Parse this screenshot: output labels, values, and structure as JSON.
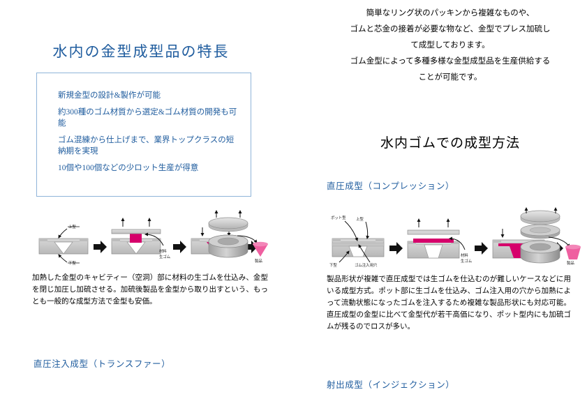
{
  "left": {
    "title": "水内の金型成型品の特長",
    "features": [
      "新規金型の設計&製作が可能",
      "約300種のゴム材質から選定&ゴム材質の開発も可能",
      "ゴム混練から仕上げまで、業界トップクラスの短納期を実現",
      "10個や100個などの少ロット生産が得意"
    ]
  },
  "intro": {
    "lines": [
      "簡単なリング状のパッキンから複雑なものや、",
      "ゴムと芯金の接着が必要な物など、金型でプレス加硫し",
      "て成型しております。",
      "ゴム金型によって多種多様な金型成型品を生産供給する",
      "ことが可能です。"
    ]
  },
  "right": {
    "title": "水内ゴムでの成型方法"
  },
  "sections": {
    "compression": {
      "heading": "直圧成型（コンプレッション）",
      "caption": "加熱した金型のキャビティー（空洞）部に材料の生ゴムを仕込み、金型を閉じ加圧し加硫させる。加硫後製品を金型から取り出すという、もっとも一般的な成型方法で金型も安価。",
      "diagram_labels": {
        "upper_mold": "上型",
        "lower_mold": "下型",
        "material1": "材料",
        "material2": "生ゴム",
        "product": "製品"
      }
    },
    "transfer": {
      "heading": "直圧注入成型（トランスファー）",
      "caption": "製品形状が複雑で直圧成型では生ゴムを仕込むのが難しいケースなどに用いる成型方式。ポット部に生ゴムを仕込み、ゴム注入用の穴から加熱によって流動状態になったゴムを注入するため複雑な製品形状にも対応可能。直圧成型の金型に比べて金型代が若干高価になり、ポット型内にも加硫ゴムが残るのでロスが多い。",
      "diagram_labels": {
        "pot_mold": "ポット型",
        "upper_mold": "上型",
        "lower_mold": "下型",
        "inject_hole": "ゴム注入用穴",
        "material1": "材料",
        "material2": "生ゴム",
        "product": "製品"
      }
    },
    "injection": {
      "heading": "射出成型（インジェクション）"
    }
  },
  "colors": {
    "accent_blue": "#1f5c9e",
    "box_border": "#8fb4d9",
    "rubber_magenta": "#d6006b",
    "product_pink": "#ef5fa0",
    "mold_gray": "#c9c9c9"
  }
}
